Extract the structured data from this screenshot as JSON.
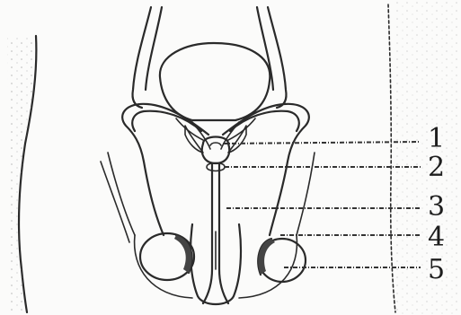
{
  "diagram": {
    "labels": [
      {
        "number": "1"
      },
      {
        "number": "2"
      },
      {
        "number": "3"
      },
      {
        "number": "4"
      },
      {
        "number": "5"
      }
    ]
  }
}
